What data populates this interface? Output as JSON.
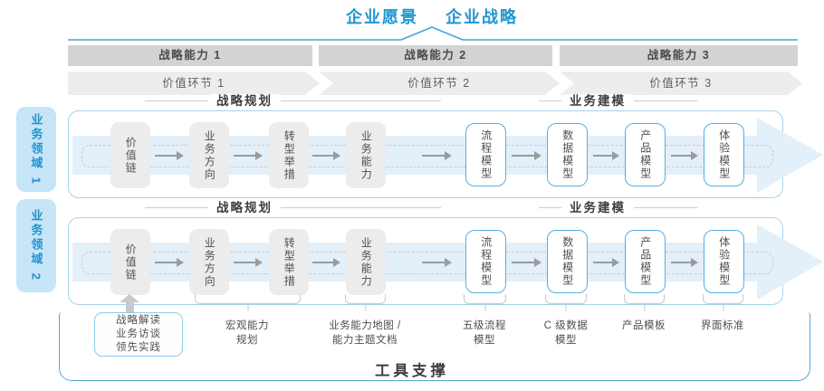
{
  "top": {
    "vision": "企业愿景",
    "strategy": "企业战略"
  },
  "capabilities": [
    "战略能力 1",
    "战略能力 2",
    "战略能力 3"
  ],
  "value_links": [
    "价值环节 1",
    "价值环节 2",
    "价值环节 3"
  ],
  "domains": [
    "业务领域 1",
    "业务领域 2"
  ],
  "rows": [
    {
      "planning_title": "战略规划",
      "modeling_title": "业务建模",
      "planning_boxes": [
        "价值链",
        "业务方向",
        "转型举措",
        "业务能力"
      ],
      "modeling_boxes": [
        "流程模型",
        "数据模型",
        "产品模型",
        "体验模型"
      ]
    },
    {
      "planning_title": "战略规划",
      "modeling_title": "业务建模",
      "planning_boxes": [
        "价值链",
        "业务方向",
        "转型举措",
        "业务能力"
      ],
      "modeling_boxes": [
        "流程模型",
        "数据模型",
        "产品模型",
        "体验模型"
      ]
    }
  ],
  "bottom": {
    "practice_lines": [
      "战略解读",
      "业务访谈",
      "领先实践"
    ],
    "labels": [
      {
        "line1": "宏观能力",
        "line2": "规划"
      },
      {
        "line1": "业务能力地图 /",
        "line2": "能力主题文档"
      },
      {
        "line1": "五级流程",
        "line2": "模型"
      },
      {
        "line1": "C 级数据",
        "line2": "模型"
      },
      {
        "line1": "产品模板",
        "line2": ""
      },
      {
        "line1": "界面标准",
        "line2": ""
      }
    ],
    "tool_support": "工具支撑"
  },
  "colors": {
    "accent_blue": "#2196d3",
    "container_border": "#a5d3ec",
    "model_box_border": "#53b0e3",
    "flow_band": "#e3eff9",
    "bar_bg": "#d3d3d3",
    "chevron_bg": "#ededed",
    "connector_gray": "#c9c9c9",
    "text_dark": "#3d3d3d"
  }
}
